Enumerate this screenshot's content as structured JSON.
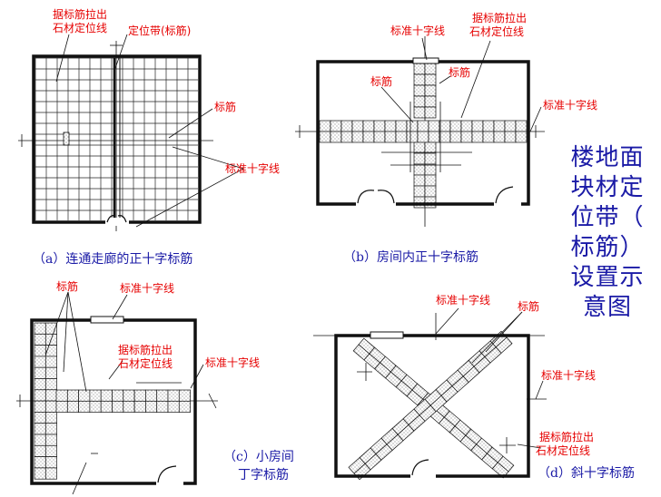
{
  "title": {
    "lines": [
      "楼地面",
      "块材定",
      "位带（",
      "标筋）",
      "设置示",
      "意图"
    ]
  },
  "panel_a": {
    "caption": "（a）连通走廊的正十字标筋",
    "labels": {
      "guide_1": "据标筋拉出",
      "guide_2": "石材定位线",
      "band": "定位带(标筋)",
      "mark": "标筋",
      "cross": "标准十字线"
    }
  },
  "panel_b": {
    "caption": "（b）房间内正十字标筋",
    "labels": {
      "cross_top": "标准十字线",
      "guide_1": "据标筋拉出",
      "guide_2": "石材定位线",
      "mark_left": "标筋",
      "mark_right": "标筋",
      "cross_right": "标准十字线"
    }
  },
  "panel_c": {
    "caption_1": "（c）小房间",
    "caption_2": "丁字标筋",
    "labels": {
      "mark": "标筋",
      "cross_top": "标准十字线",
      "guide_1": "据标筋拉出",
      "guide_2": "石材定位线",
      "cross_right": "标准十字线"
    }
  },
  "panel_d": {
    "caption": "（d）斜十字标筋",
    "labels": {
      "cross_top": "标准十字线",
      "mark": "标筋",
      "cross_right": "标准十字线",
      "guide_1": "据标筋拉出",
      "guide_2": "石材定位线"
    }
  }
}
